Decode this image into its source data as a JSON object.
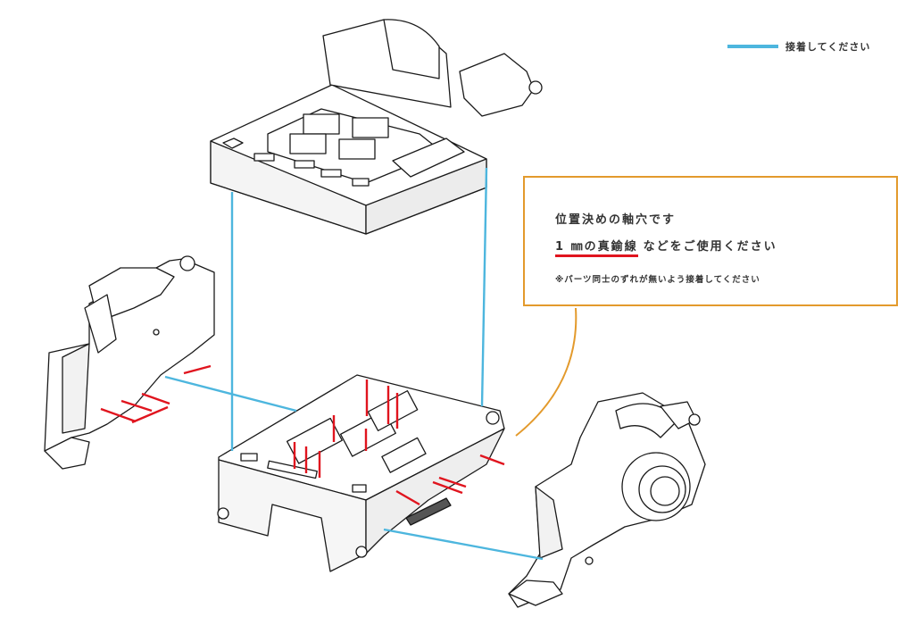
{
  "legend": {
    "label": "接着してください",
    "line_color": "#4db6de"
  },
  "callout": {
    "line1": "位置決めの軸穴です",
    "line2_highlight": "1 ㎜の真鍮線",
    "line2_rest": "などをご使用ください",
    "line3": "※パーツ同士のずれが無いよう接着してください",
    "border_color": "#e39a2c",
    "highlight_color": "#e0141e"
  },
  "pin_color": "#e0141e"
}
